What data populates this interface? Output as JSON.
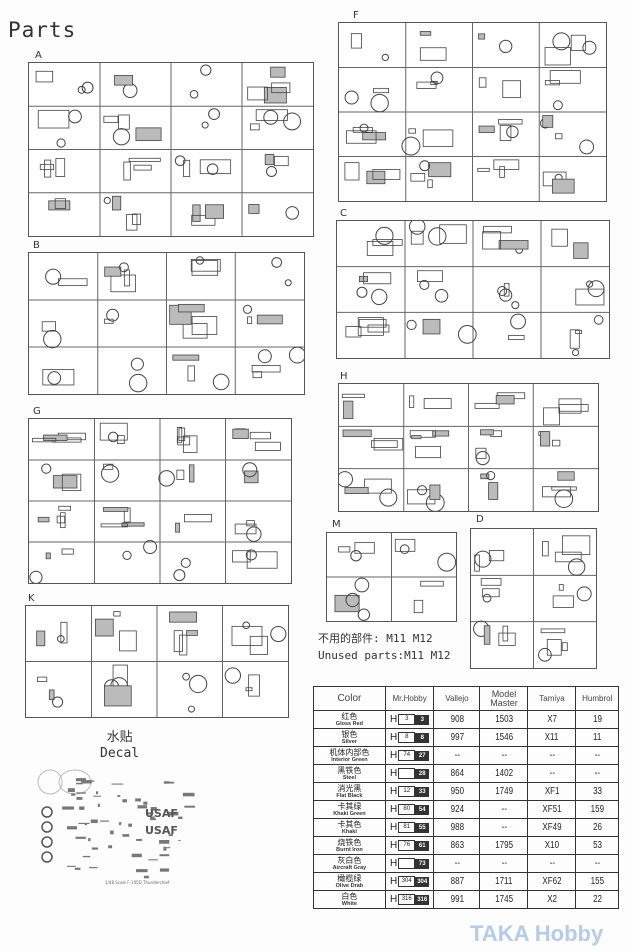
{
  "title": "Parts",
  "sprues": [
    {
      "id": "A"
    },
    {
      "id": "F"
    },
    {
      "id": "B"
    },
    {
      "id": "C"
    },
    {
      "id": "H"
    },
    {
      "id": "G"
    },
    {
      "id": "M"
    },
    {
      "id": "D"
    },
    {
      "id": "K"
    }
  ],
  "unused": {
    "cn": "不用的部件: M11 M12",
    "en": "Unused parts:M11 M12"
  },
  "decal": {
    "cn": "水贴",
    "en": "Decal",
    "markings": [
      "USAF",
      "USAF"
    ],
    "caption": "1/48 Scale F-105D Thunderchief"
  },
  "table": {
    "headers": [
      "Color",
      "Mr.Hobby",
      "Vallejo",
      "Model Master",
      "Tamiya",
      "Humbrol"
    ],
    "hobby_prefix": "H",
    "rows": [
      {
        "cn": "红色",
        "en": "Gloss Red",
        "h1": "3",
        "h2": "3",
        "vallejo": "908",
        "mm": "1503",
        "tamiya": "X7",
        "humbrol": "19"
      },
      {
        "cn": "银色",
        "en": "Silver",
        "h1": "8",
        "h2": "8",
        "vallejo": "997",
        "mm": "1546",
        "tamiya": "X11",
        "humbrol": "11"
      },
      {
        "cn": "机体内部色",
        "en": "Interior Green",
        "h1": "74",
        "h2": "27",
        "vallejo": "--",
        "mm": "--",
        "tamiya": "--",
        "humbrol": "--"
      },
      {
        "cn": "黑铁色",
        "en": "Steel",
        "h1": "",
        "h2": "28",
        "vallejo": "864",
        "mm": "1402",
        "tamiya": "--",
        "humbrol": "--"
      },
      {
        "cn": "消光黑",
        "en": "Flat Black",
        "h1": "12",
        "h2": "33",
        "vallejo": "950",
        "mm": "1749",
        "tamiya": "XF1",
        "humbrol": "33"
      },
      {
        "cn": "卡其绿",
        "en": "Khaki Green",
        "h1": "80",
        "h2": "54",
        "vallejo": "924",
        "mm": "--",
        "tamiya": "XF51",
        "humbrol": "159"
      },
      {
        "cn": "卡其色",
        "en": "Khaki",
        "h1": "81",
        "h2": "55",
        "vallejo": "988",
        "mm": "--",
        "tamiya": "XF49",
        "humbrol": "26"
      },
      {
        "cn": "烧铁色",
        "en": "Burnt Iron",
        "h1": "76",
        "h2": "61",
        "vallejo": "863",
        "mm": "1795",
        "tamiya": "X10",
        "humbrol": "53"
      },
      {
        "cn": "灰白色",
        "en": "Aircraft Gray",
        "h1": "",
        "h2": "73",
        "vallejo": "--",
        "mm": "--",
        "tamiya": "--",
        "humbrol": "--"
      },
      {
        "cn": "橄榄绿",
        "en": "Olive Drab",
        "h1": "304",
        "h2": "304",
        "vallejo": "887",
        "mm": "1711",
        "tamiya": "XF62",
        "humbrol": "155"
      },
      {
        "cn": "白色",
        "en": "White",
        "h1": "316",
        "h2": "316",
        "vallejo": "991",
        "mm": "1745",
        "tamiya": "X2",
        "humbrol": "22"
      }
    ]
  },
  "watermark": "TAKA Hobby"
}
